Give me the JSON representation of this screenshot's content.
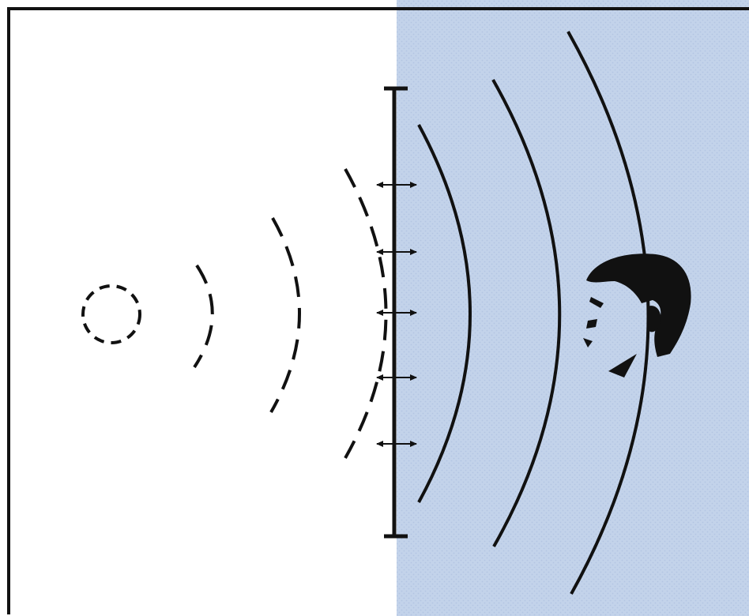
{
  "colors": {
    "ink": "#111111",
    "paper": "#ffffff",
    "receiving_room": "#c3d3ea",
    "texture": "#b3c5e2"
  },
  "diagram": {
    "source": {
      "icon": "sound-source-icon"
    },
    "source_side_wavefronts": {
      "count": 3,
      "style": "dashed"
    },
    "wall": {
      "icon": "partition-wall-icon",
      "vibration_arrow_count": 5
    },
    "transmitted_wavefronts": {
      "count": 3,
      "style": "solid"
    },
    "listener": {
      "icon": "listener-head-icon"
    }
  }
}
